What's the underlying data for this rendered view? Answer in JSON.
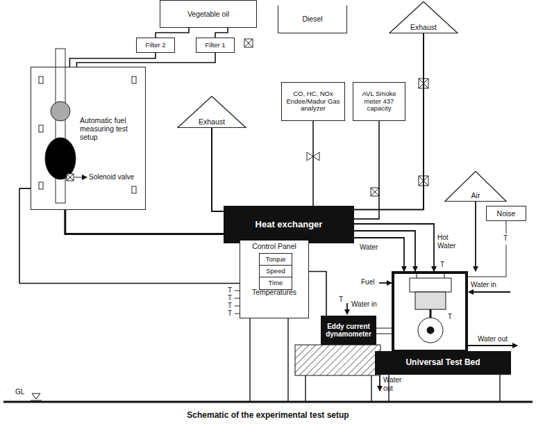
{
  "diagram": {
    "caption": "Schematic of the experimental test setup",
    "nodes": [
      {
        "text": [
          "Vegetable oil"
        ]
      },
      {
        "text": [
          "Diesel"
        ]
      },
      {
        "text": [
          "Exhaust"
        ]
      },
      {
        "text": [
          "Filter 2"
        ]
      },
      {
        "text": [
          "Filter 1"
        ]
      },
      {
        "text": [
          "Automatic fuel measuring test setup"
        ]
      },
      {
        "text": [
          "CO, HC, NOx Endee/Madur Gas analyzer"
        ]
      },
      {
        "text": [
          "AVL Smoke meter 437 capacity"
        ]
      },
      {
        "text": [
          "Exhaust"
        ]
      },
      {
        "text": [
          "Air"
        ]
      },
      {
        "text": [
          "Noise"
        ]
      },
      {
        "text": [
          "Heat exchanger"
        ]
      },
      {
        "text": [
          "Control Panel",
          "Temperatures"
        ]
      },
      {
        "text": [
          "Torque"
        ],
        "in": 12
      },
      {
        "text": [
          "Speed"
        ],
        "in": 12
      },
      {
        "text": [
          "Time"
        ],
        "in": 12
      },
      {
        "text": [
          "Eddy current dynamometer"
        ]
      },
      {
        "text": [
          "Universal Test Bed"
        ]
      }
    ],
    "edges": [
      {
        "from": 0,
        "to": 3,
        "arrow": "none"
      },
      {
        "from": 0,
        "to": 4,
        "arrow": "none"
      },
      {
        "from": 3,
        "to": 5,
        "arrow": "none"
      },
      {
        "from": 4,
        "to": 5,
        "arrow": "none"
      },
      {
        "from": 5,
        "to": 11,
        "arrow": "none"
      },
      {
        "from": 5,
        "to": 15,
        "arrow": "to"
      },
      {
        "from": 16,
        "to": 14,
        "arrow": "to"
      },
      {
        "from": 11,
        "to": 8,
        "arrow": "none"
      },
      {
        "from": 11,
        "to": 2,
        "arrow": "none"
      },
      {
        "from": 6,
        "to": 11,
        "arrow": "none"
      },
      {
        "from": 7,
        "to": 11,
        "arrow": "none"
      }
    ],
    "labels": [
      "Solenoid valve",
      "Hot Water",
      "Water",
      "T",
      "T",
      "Fuel",
      "Water in",
      "T",
      "T",
      "T",
      "T",
      "T",
      "Water in",
      "T",
      "Water out",
      "Water out",
      "GL"
    ]
  }
}
